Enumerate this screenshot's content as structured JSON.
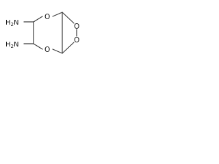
{
  "molecule": {
    "labels": {
      "amine_top": {
        "main": "H",
        "sub": "2",
        "tail": "N"
      },
      "amine_bottom": {
        "main": "H",
        "sub": "2",
        "tail": "N"
      },
      "o_ring_top": "O",
      "o_ring_bottom": "O",
      "o_peroxide_upper": "O",
      "o_peroxide_lower": "O"
    },
    "colors": {
      "bond": "#3c3c3c",
      "text": "#1a1a1a",
      "background": "#ffffff"
    }
  }
}
